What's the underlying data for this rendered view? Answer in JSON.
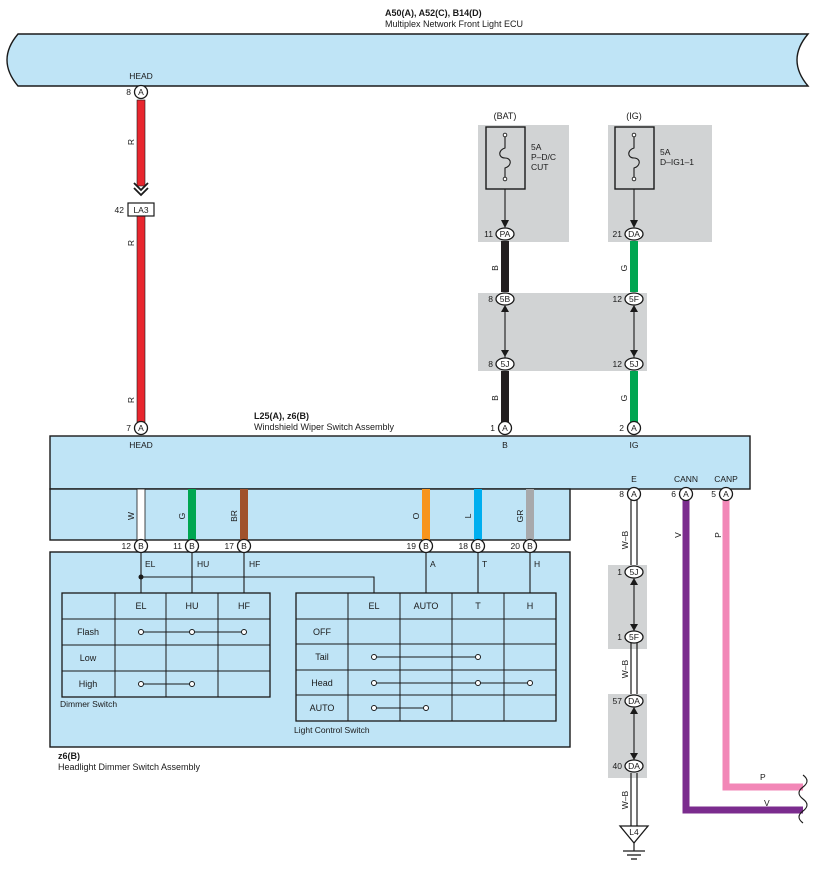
{
  "colors": {
    "body": "#bfe4f6",
    "gray": "#d1d3d4",
    "R": "#e8262e",
    "B": "#231f20",
    "G": "#00a651",
    "W": "#ffffff",
    "BR": "#a0522d",
    "O": "#f7941d",
    "L": "#00aeef",
    "GR": "#a7a9ac",
    "V": "#7b2c8e",
    "P": "#f287b7"
  },
  "ecu": {
    "code": "A50(A), A52(C), B14(D)",
    "name": "Multiplex Network Front Light ECU",
    "head_label": "HEAD",
    "head_pin": "8",
    "head_conn": "A"
  },
  "wiper": {
    "code": "L25(A), z6(B)",
    "name": "Windshield Wiper Switch Assembly",
    "head_label": "HEAD",
    "b_label": "B",
    "ig_label": "IG",
    "e_label": "E",
    "cann_label": "CANN",
    "canp_label": "CANP"
  },
  "dimmer": {
    "code": "z6(B)",
    "name": "Headlight Dimmer Switch Assembly",
    "dimmer_title": "Dimmer Switch",
    "light_title": "Light Control Switch",
    "dimmer_cols": [
      "EL",
      "HU",
      "HF"
    ],
    "dimmer_rows": [
      "Flash",
      "Low",
      "High"
    ],
    "light_cols": [
      "EL",
      "AUTO",
      "T",
      "H"
    ],
    "light_rows": [
      "OFF",
      "Tail",
      "Head",
      "AUTO"
    ],
    "terms": [
      "EL",
      "HU",
      "HF",
      "A",
      "T",
      "H"
    ]
  },
  "fuses": [
    {
      "source": "(BAT)",
      "amp": "5A",
      "name1": "P–D/C",
      "name2": "CUT"
    },
    {
      "source": "(IG)",
      "amp": "5A",
      "name1": "D–IG1–1",
      "name2": ""
    }
  ],
  "pins": {
    "head_top": {
      "num": "8",
      "conn": "A"
    },
    "la3": {
      "num": "42",
      "conn": "LA3"
    },
    "head_bot": {
      "num": "7",
      "conn": "A"
    },
    "pa": {
      "num": "11",
      "conn": "PA"
    },
    "da21": {
      "num": "21",
      "conn": "DA"
    },
    "b5b": {
      "num": "8",
      "conn": "5B"
    },
    "f5f12": {
      "num": "12",
      "conn": "5F"
    },
    "j5j8": {
      "num": "8",
      "conn": "5J"
    },
    "j5j12": {
      "num": "12",
      "conn": "5J"
    },
    "b_pin": {
      "num": "1",
      "conn": "A"
    },
    "ig_pin": {
      "num": "2",
      "conn": "A"
    },
    "e_pin": {
      "num": "8",
      "conn": "A"
    },
    "cann_pin": {
      "num": "6",
      "conn": "A"
    },
    "canp_pin": {
      "num": "5",
      "conn": "A"
    },
    "el_pin": {
      "num": "12",
      "conn": "B"
    },
    "hu_pin": {
      "num": "11",
      "conn": "B"
    },
    "hf_pin": {
      "num": "17",
      "conn": "B"
    },
    "a_pin": {
      "num": "19",
      "conn": "B"
    },
    "t_pin": {
      "num": "18",
      "conn": "B"
    },
    "h_pin": {
      "num": "20",
      "conn": "B"
    },
    "e5j": {
      "num": "1",
      "conn": "5J"
    },
    "e5f": {
      "num": "1",
      "conn": "5F"
    },
    "e57": {
      "num": "57",
      "conn": "DA"
    },
    "e40": {
      "num": "40",
      "conn": "DA"
    },
    "ground": {
      "num": "",
      "conn": "L4"
    }
  },
  "wires": {
    "r1": "R",
    "r2": "R",
    "r3": "R",
    "b1": "B",
    "b2": "B",
    "g1": "G",
    "g2": "G",
    "w": "W",
    "g": "G",
    "br": "BR",
    "o": "O",
    "l": "L",
    "gr": "GR",
    "wb1": "W–B",
    "wb2": "W–B",
    "wb3": "W–B",
    "v": "V",
    "p": "P",
    "p_out": "P",
    "v_out": "V"
  }
}
